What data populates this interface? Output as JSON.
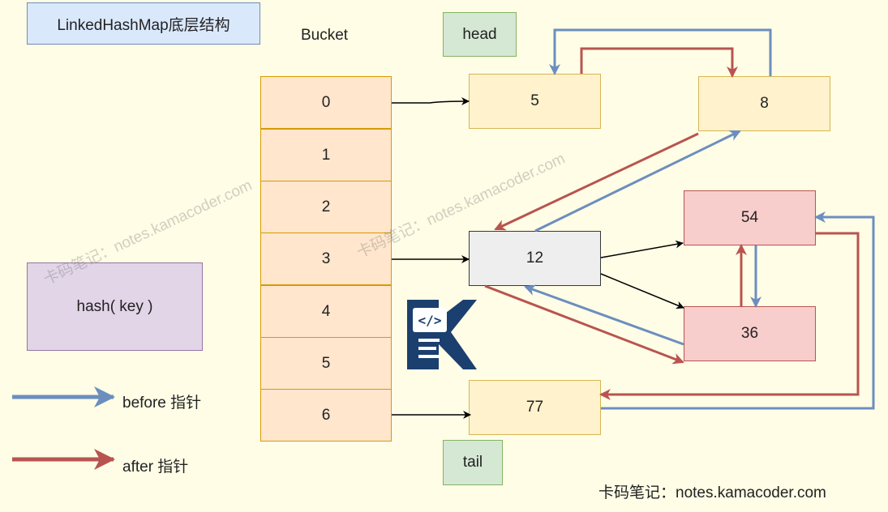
{
  "title": "LinkedHashMap底层结构",
  "bucket_label": "Bucket",
  "head_label": "head",
  "tail_label": "tail",
  "buckets": [
    "0",
    "1",
    "2",
    "3",
    "4",
    "5",
    "6"
  ],
  "nodes": {
    "n5": "5",
    "n8": "8",
    "n12": "12",
    "n54": "54",
    "n36": "36",
    "n77": "77"
  },
  "hash_label": "hash( key )",
  "legend": {
    "before": "before 指针",
    "after": "after 指针"
  },
  "watermark": "卡码笔记：notes.kamacoder.com",
  "footer": "卡码笔记：notes.kamacoder.com",
  "colors": {
    "before_arrow": "#6c8ebf",
    "after_arrow": "#b85450",
    "logo": "#1b3f6e"
  },
  "icons": [
    "kamacoder-logo-icon"
  ]
}
